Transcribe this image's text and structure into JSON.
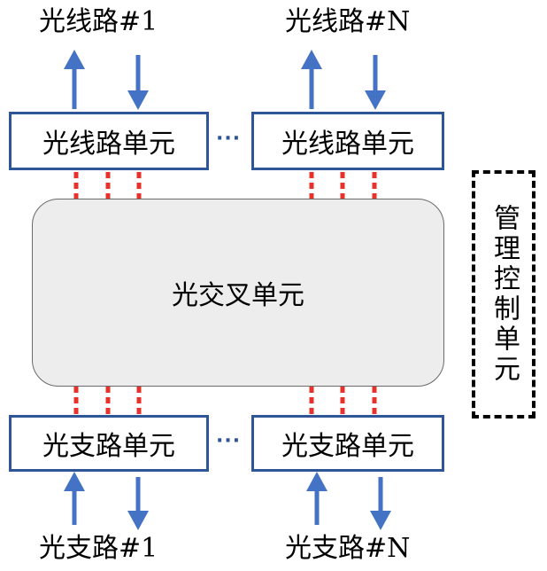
{
  "top_labels": [
    "光线路#1",
    "光线路#N"
  ],
  "line_units": [
    "光线路单元",
    "光线路单元"
  ],
  "cross_unit": "光交叉单元",
  "tributary_units": [
    "光支路单元",
    "光支路单元"
  ],
  "bottom_labels": [
    "光支路#1",
    "光支路#N"
  ],
  "management_unit": "管理控制单元",
  "ellipsis": "···",
  "colors": {
    "arrow": "#4472c4",
    "box_border": "#2e5597",
    "connector": "#e8312a",
    "cross_fill": "#ededed"
  }
}
